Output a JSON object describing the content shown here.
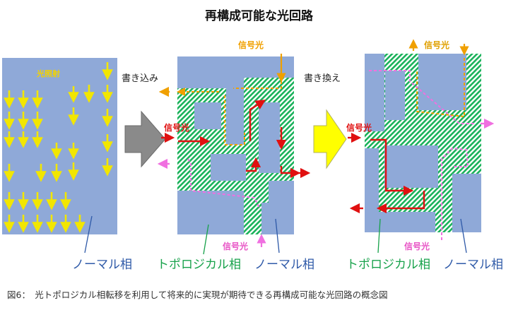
{
  "title": "再構成可能な光回路",
  "panel1": {
    "illumination_label": "光照射",
    "phase_label": "ノーマル相"
  },
  "arrow_actions": {
    "write_label": "書き込み",
    "rewrite_label": "書き換え"
  },
  "panel2": {
    "signal_top": "信号光",
    "signal_left": "信号光",
    "signal_bottom": "信号光",
    "topological_label": "トポロジカル相",
    "normal_label": "ノーマル相"
  },
  "panel3": {
    "signal_top": "信号光",
    "signal_left": "信号光",
    "signal_bottom": "信号光",
    "topological_label": "トポロジカル相",
    "normal_label": "ノーマル相"
  },
  "caption": "図6：　光トポロジカル相転移を利用して将来的に実現が期待できる再構成可能な光回路の概念図",
  "colors": {
    "normal_phase": "#8fa9d8",
    "topological_hatch": "#19b25a",
    "big_arrow_gray": "#8a8a8a",
    "big_arrow_yellow": "#ffff00",
    "light_arrow": "#f2e600",
    "orange_signal": "#f0a000",
    "red_signal": "#e01010",
    "pink_signal": "#f070e0"
  }
}
